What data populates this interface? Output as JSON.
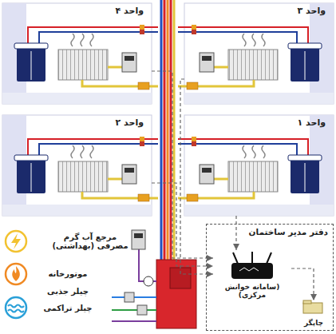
{
  "diagram": {
    "nodes": [
      {
        "text": [
          "واحد ۴"
        ]
      },
      {
        "text": [
          "واحد ۳"
        ]
      },
      {
        "text": [
          "واحد ۲"
        ]
      },
      {
        "text": [
          "واحد ۱"
        ]
      },
      {
        "text": [
          "دفتر مدیر ساختمان"
        ]
      },
      {
        "text": [
          "(سامانه خوانش مرکزی)"
        ],
        "in": 4
      },
      {
        "text": [
          "چاپگر"
        ],
        "in": 4
      }
    ],
    "edges": [
      {
        "from": 0,
        "to": 5,
        "arrow": "to"
      },
      {
        "from": 1,
        "to": 5,
        "arrow": "to"
      },
      {
        "from": 2,
        "to": 5,
        "arrow": "to"
      },
      {
        "from": 3,
        "to": 5,
        "arrow": "to"
      },
      {
        "from": 5,
        "to": 6,
        "arrow": "to"
      }
    ],
    "labels": [
      "مرجع آب گرم مصرفی (بهداشتی)",
      "موتورخانه",
      "چیلر جذبی",
      "چیلر تراکمی"
    ]
  }
}
